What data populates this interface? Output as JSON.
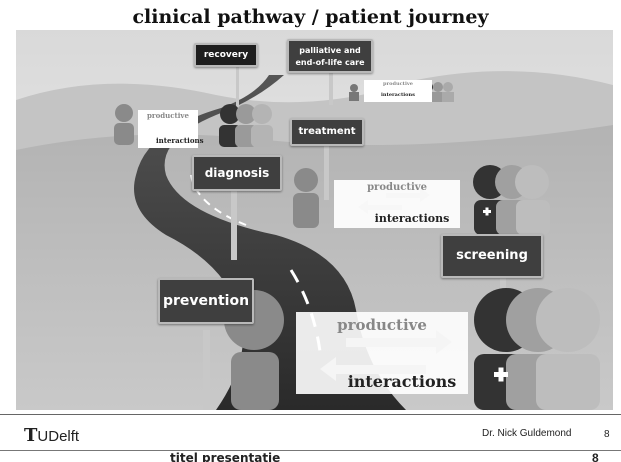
{
  "title": "clinical pathway / patient journey",
  "signs": {
    "recovery": "recovery",
    "palliative_1": "palliative and",
    "palliative_2": "end-of-life care",
    "treatment": "treatment",
    "diagnosis": "diagnosis",
    "screening": "screening",
    "prevention": "prevention"
  },
  "interaction_boxes": [
    {
      "top": "productive",
      "bottom": "interactions"
    },
    {
      "top": "productive",
      "bottom": "interactions"
    },
    {
      "top": "productive",
      "bottom": "interactions"
    },
    {
      "top": "productive",
      "bottom": "interactions"
    }
  ],
  "footer": {
    "logo_mark": "T",
    "logo_text": "UDelft",
    "author": "Dr. Nick Guldemond",
    "page": "8"
  },
  "bottom_strip": {
    "title": "titel presentatie",
    "page": "8"
  }
}
